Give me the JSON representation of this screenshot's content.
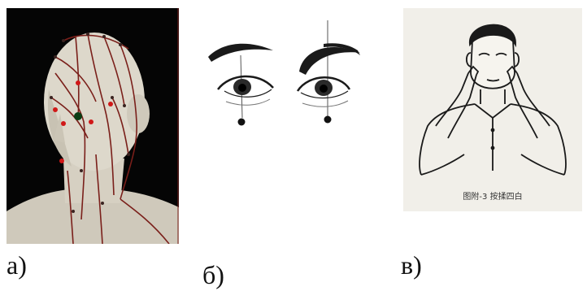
{
  "captions": {
    "a": "а)",
    "b": "б)",
    "c": "в)"
  },
  "panel_c": {
    "figure_caption": "图附-3 按揉四白"
  },
  "colors": {
    "model_skin": "#d9d4c6",
    "meridian_line": "#7a1f1a",
    "acupoint_red": "#d01818",
    "acupoint_green": "#0a3d14",
    "ink": "#1a1a1a"
  }
}
